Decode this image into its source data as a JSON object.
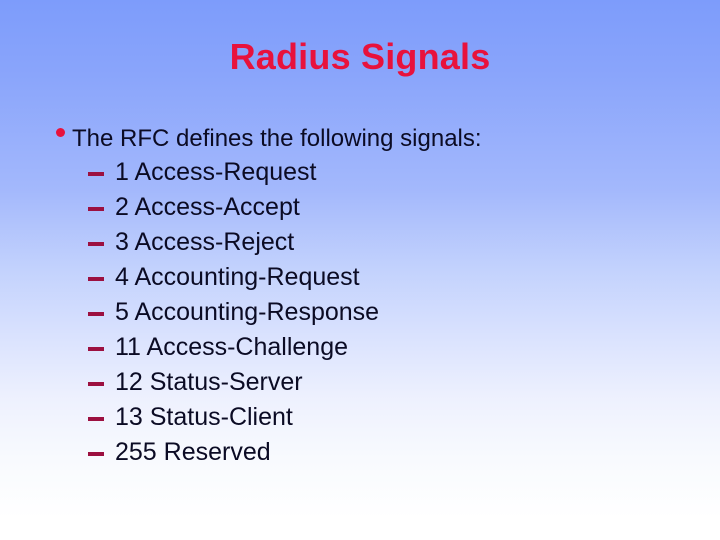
{
  "slide": {
    "title": "Radius Signals",
    "background": {
      "top_color": "#7d9cfb",
      "mid_color": "#c3d2fd",
      "bottom_color": "#ffffff",
      "direction": "vertical"
    },
    "title_color": "#e8123c",
    "body_text_color": "#0b0b24",
    "bullet_color": "#e8123c",
    "dash_color": "#9c1040"
  },
  "body": {
    "lead_bullet": {
      "text": "The RFC defines the following signals:",
      "bullet_icon": "round-bullet-icon"
    },
    "signals": [
      {
        "code": "1",
        "name": "Access-Request",
        "label": "1 Access-Request"
      },
      {
        "code": "2",
        "name": "Access-Accept",
        "label": "2 Access-Accept"
      },
      {
        "code": "3",
        "name": "Access-Reject",
        "label": "3 Access-Reject"
      },
      {
        "code": "4",
        "name": "Accounting-Request",
        "label": "4 Accounting-Request"
      },
      {
        "code": "5",
        "name": "Accounting-Response",
        "label": "5 Accounting-Response"
      },
      {
        "code": "11",
        "name": "Access-Challenge",
        "label": "11 Access-Challenge"
      },
      {
        "code": "12",
        "name": "Status-Server",
        "label": "12 Status-Server"
      },
      {
        "code": "13",
        "name": "Status-Client",
        "label": "13 Status-Client"
      },
      {
        "code": "255",
        "name": "Reserved",
        "label": "255 Reserved"
      }
    ]
  }
}
